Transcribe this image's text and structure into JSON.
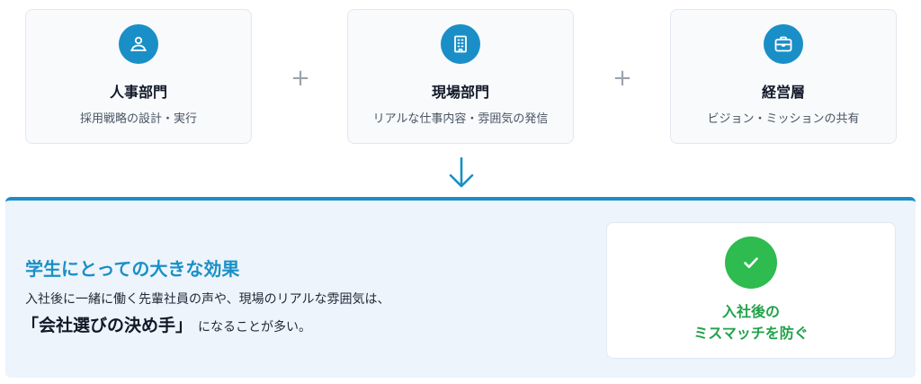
{
  "cards": [
    {
      "title": "人事部門",
      "desc": "採用戦略の設計・実行",
      "icon": "person-icon"
    },
    {
      "title": "現場部門",
      "desc": "リアルな仕事内容・雰囲気の発信",
      "icon": "building-icon"
    },
    {
      "title": "経営層",
      "desc": "ビジョン・ミッションの共有",
      "icon": "briefcase-icon"
    }
  ],
  "plus": "+",
  "panel": {
    "heading": "学生にとっての大きな効果",
    "line1": "入社後に一緒に働く先輩社員の声や、現場のリアルな雰囲気は、",
    "line2_strong": "「会社選びの決め手」",
    "line2_rest": "になることが多い。"
  },
  "result": {
    "line1": "入社後の",
    "line2": "ミスマッチを防ぐ",
    "icon": "check-icon"
  },
  "colors": {
    "accent": "#1a8fc7",
    "success": "#2ebb4f",
    "success_text": "#22a24a",
    "panel_bg": "#edf4fb"
  }
}
